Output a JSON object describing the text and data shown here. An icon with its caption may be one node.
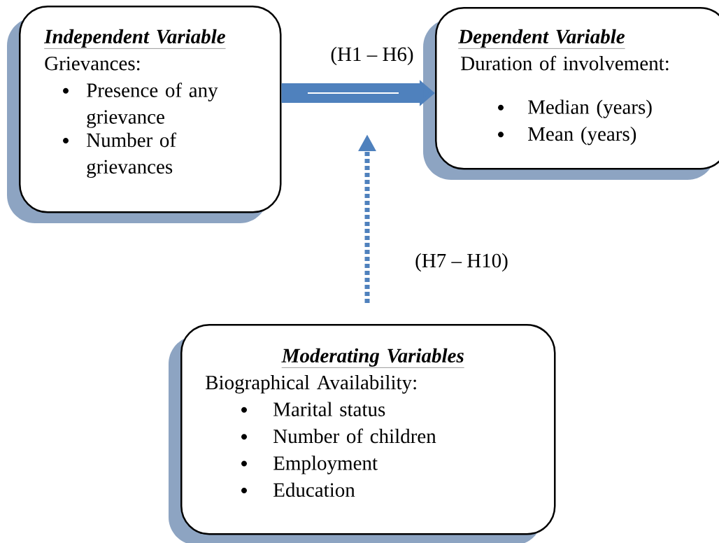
{
  "diagram": {
    "nodes": [
      {
        "text": [
          "Independent Variable",
          "Grievances:",
          "Presence of any grievance",
          "Number of grievances"
        ]
      },
      {
        "text": [
          "Dependent Variable",
          "Duration of involvement:",
          "Median (years)",
          "Mean (years)"
        ]
      },
      {
        "text": [
          "Moderating Variables",
          "Biographical Availability:",
          "Marital status",
          "Number of children",
          "Employment",
          "Education"
        ]
      }
    ],
    "edges": [
      {
        "from": 0,
        "to": 1,
        "arrow": "to",
        "label": "(H1 – H6)",
        "style": "thick"
      },
      {
        "from": 2,
        "to": null,
        "arrow": "to",
        "label": "(H7 – H10)",
        "style": "dashed"
      }
    ]
  }
}
